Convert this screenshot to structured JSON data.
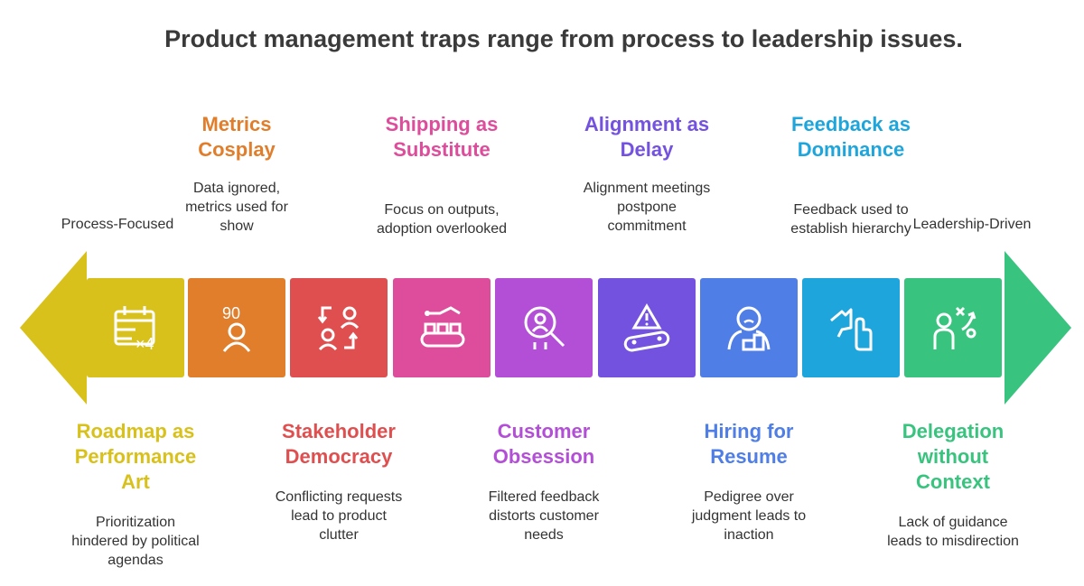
{
  "title": "Product management traps range from process to leadership issues.",
  "left_end_label": "Process-Focused",
  "right_end_label": "Leadership-Driven",
  "steps": [
    {
      "title_lines": [
        "Roadmap as",
        "Performance",
        "Art"
      ],
      "desc_lines": [
        "Prioritization",
        "hindered by political",
        "agendas"
      ],
      "position": "bottom",
      "color": "#d8c11a",
      "icon": "calendar-icon"
    },
    {
      "title_lines": [
        "Metrics",
        "Cosplay"
      ],
      "desc_lines": [
        "Data ignored,",
        "metrics used for",
        "show"
      ],
      "position": "top",
      "color": "#e07e2c",
      "icon": "score-person-icon"
    },
    {
      "title_lines": [
        "Stakeholder",
        "Democracy"
      ],
      "desc_lines": [
        "Conflicting requests",
        "lead to product",
        "clutter"
      ],
      "position": "bottom",
      "color": "#e04f4f",
      "icon": "exchange-people-icon"
    },
    {
      "title_lines": [
        "Shipping as",
        "Substitute"
      ],
      "desc_lines": [
        "Focus on outputs,",
        "adoption overlooked"
      ],
      "position": "top",
      "color": "#dd4d9b",
      "icon": "conveyor-robot-icon"
    },
    {
      "title_lines": [
        "Customer",
        "Obsession"
      ],
      "desc_lines": [
        "Filtered feedback",
        "distorts customer",
        "needs"
      ],
      "position": "bottom",
      "color": "#b24fd6",
      "icon": "magnify-person-icon"
    },
    {
      "title_lines": [
        "Alignment as",
        "Delay"
      ],
      "desc_lines": [
        "Alignment meetings",
        "postpone",
        "commitment"
      ],
      "position": "top",
      "color": "#7352e0",
      "icon": "warning-conveyor-icon"
    },
    {
      "title_lines": [
        "Hiring for",
        "Resume"
      ],
      "desc_lines": [
        "Pedigree over",
        "judgment leads to",
        "inaction"
      ],
      "position": "bottom",
      "color": "#4f7fe6",
      "icon": "podium-person-icon"
    },
    {
      "title_lines": [
        "Feedback as",
        "Dominance"
      ],
      "desc_lines": [
        "Feedback used to",
        "establish hierarchy"
      ],
      "position": "top",
      "color": "#1ea6dc",
      "icon": "pointing-hands-icon"
    },
    {
      "title_lines": [
        "Delegation",
        "without",
        "Context"
      ],
      "desc_lines": [
        "Lack of guidance",
        "leads to misdirection"
      ],
      "position": "bottom",
      "color": "#38c37e",
      "icon": "strategy-person-icon"
    }
  ]
}
